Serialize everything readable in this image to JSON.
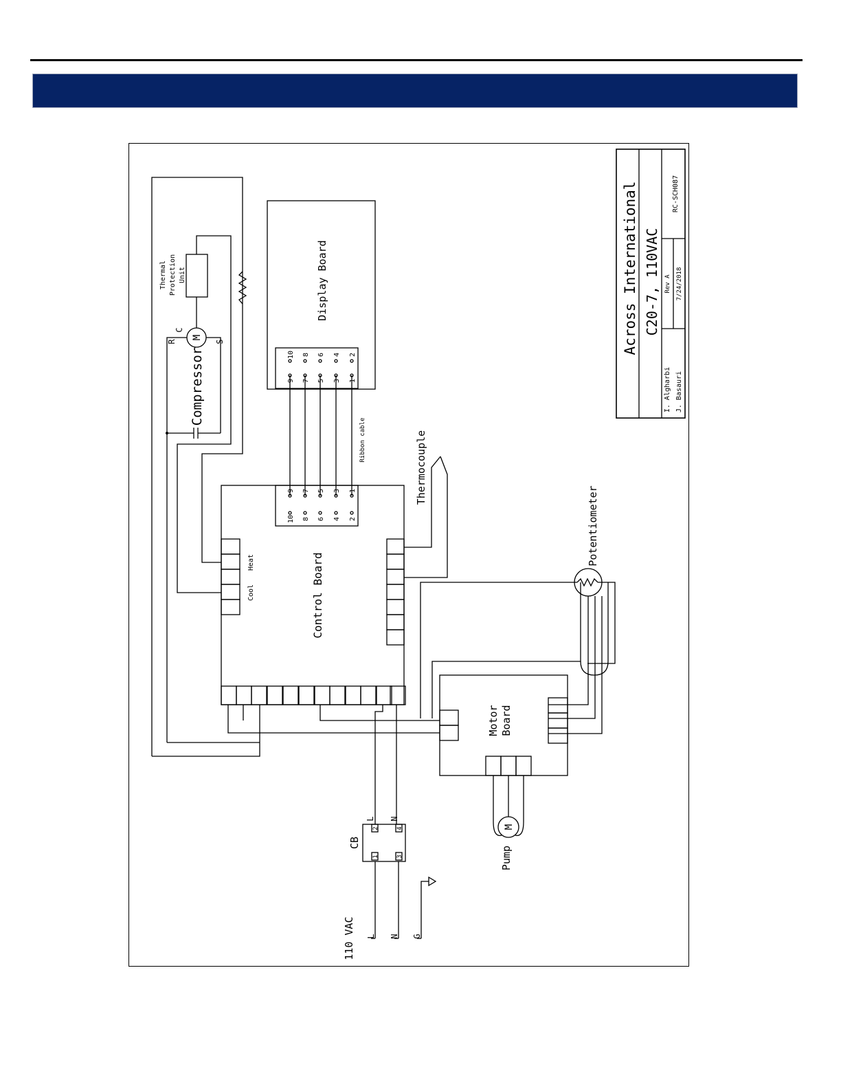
{
  "colors": {
    "banner": "#062365",
    "ink": "#000000"
  },
  "labels": {
    "thermal_protection": [
      "Thermal",
      "Protection",
      "Unit"
    ],
    "compressor": "Compressor",
    "comp_c": "C",
    "comp_r": "R",
    "comp_s": "S",
    "display_board": "Display Board",
    "ribbon_cable": "Ribbon cable",
    "thermocouple": "Thermocouple",
    "control_board": "Control Board",
    "heat": "Heat",
    "cool": "Cool",
    "potentiometer": "Potentiometer",
    "motor_board": [
      "Motor",
      "Board"
    ],
    "pump": "Pump",
    "cb": "CB",
    "cb_pins": [
      "1",
      "2",
      "3",
      "4"
    ],
    "line_l": "L",
    "line_n": "N",
    "supply": "110 VAC",
    "supply_lines": [
      "L",
      "N",
      "G"
    ],
    "display_pins_odd": [
      "9",
      "7",
      "5",
      "3",
      "1"
    ],
    "display_pins_even": [
      "10",
      "8",
      "6",
      "4",
      "2"
    ],
    "control_pins_odd": [
      "9",
      "7",
      "5",
      "3",
      "1"
    ],
    "control_pins_even": [
      "10",
      "8",
      "6",
      "4",
      "2"
    ]
  },
  "title_block": {
    "company": "Across International",
    "model": "C20-7, 110VAC",
    "authors": [
      "I. Algharbi",
      "J. Basauri"
    ],
    "rev": "Rev A",
    "date": "7/24/2018",
    "doc_number": "RC-SCH087"
  }
}
